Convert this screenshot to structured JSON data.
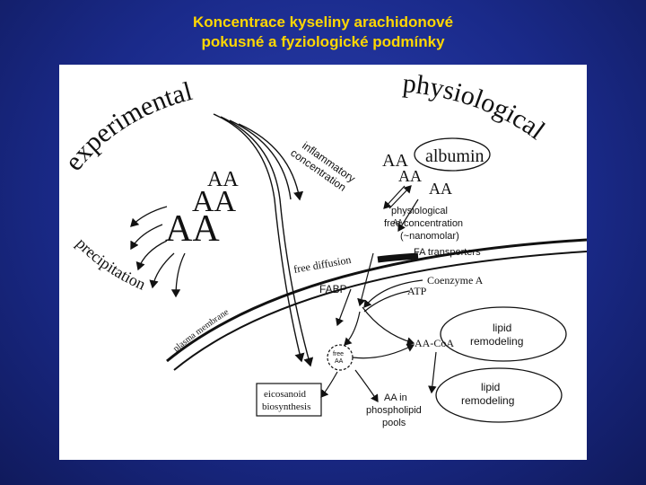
{
  "title": {
    "line1": "Koncentrace kyseliny arachidonové",
    "line2": "pokusné a fyziologické podmínky"
  },
  "diagram": {
    "experimental_label": "experimental",
    "physiological_label": "physiological",
    "precipitation_label": "precipitation",
    "aa_large": "AA",
    "aa_medium": "AA",
    "aa_small": "AA",
    "aa_albumin_left": "AA",
    "aa_albumin_bottom_left": "AA",
    "aa_albumin_bottom_right": "AA",
    "albumin": "albumin",
    "inflammatory_line1": "inflammatory",
    "inflammatory_line2": "concentration",
    "aa_tiny": "AA",
    "physiological_free_line1": "physiological",
    "physiological_free_line2": "free concentration",
    "physiological_free_line3": "(~nanomolar)",
    "fa_transporters": "FA transporters",
    "free_diffusion": "free diffusion",
    "coenzyme_a": "Coenzyme A",
    "atp": "ATP",
    "fabp": "FABP",
    "plasma_membrane": "plasma membrane",
    "lipid_remodeling_1_line1": "lipid",
    "lipid_remodeling_1_line2": "remodeling",
    "aa_coa": "AA-CoA",
    "lipid_remodeling_2_line1": "lipid",
    "lipid_remodeling_2_line2": "remodeling",
    "free_aa_line1": "free",
    "free_aa_line2": "AA",
    "eicosanoid_line1": "eicosanoid",
    "eicosanoid_line2": "biosynthesis",
    "aa_in_line1": "AA in",
    "aa_in_line2": "phospholipid",
    "aa_in_line3": "pools"
  }
}
